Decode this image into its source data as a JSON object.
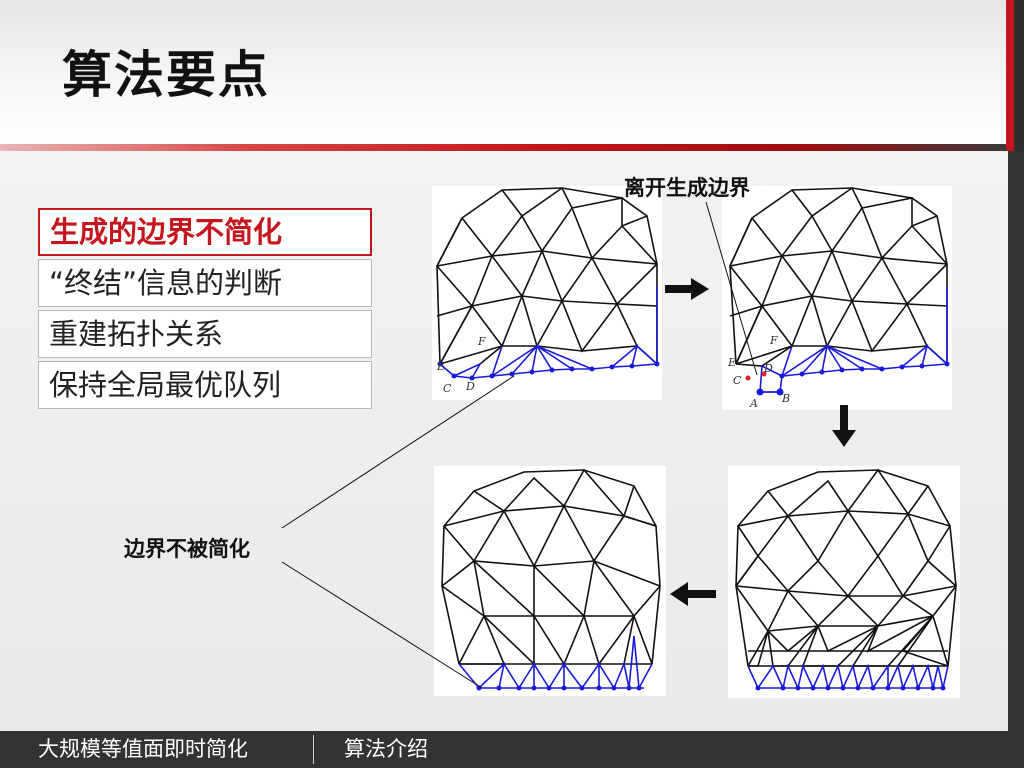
{
  "title": "算法要点",
  "menu": {
    "items": [
      {
        "label": "生成的边界不简化"
      },
      {
        "label": "“终结”信息的判断"
      },
      {
        "label": "重建拓扑关系"
      },
      {
        "label": "保持全局最优队列"
      }
    ]
  },
  "annotations": {
    "leave_boundary": "离开生成边界",
    "boundary_not_simplified": "边界不被简化"
  },
  "vertex_labels": {
    "a": "A",
    "b": "B",
    "c": "C",
    "d": "D",
    "e": "E",
    "f": "F"
  },
  "footer": {
    "course": "大规模等值面即时简化",
    "section": "算法介绍"
  },
  "colors": {
    "accent": "#c4161c",
    "footer_bg": "#333333",
    "boundary": "#1a1adb",
    "removed_vertex": "#e02020"
  }
}
